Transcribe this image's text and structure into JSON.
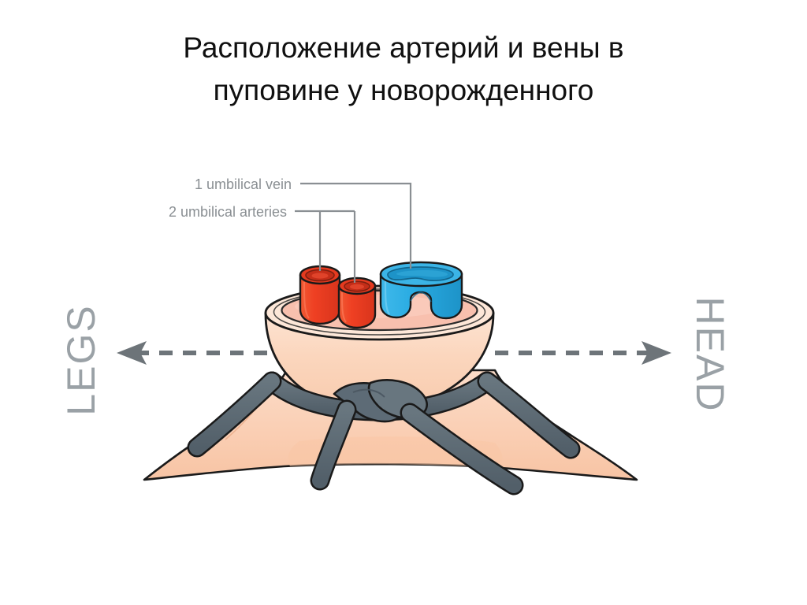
{
  "slide": {
    "background_color": "#ffffff",
    "title": {
      "line1": "Расположение артерий и вены в",
      "line2": "пуповине у новорожденного",
      "color": "#101010"
    }
  },
  "figure": {
    "name": "umbilical-cord-cross-section",
    "callouts": [
      {
        "id": "umbilical-vein",
        "label": "1 umbilical vein",
        "color": "#8a8f93",
        "points_to": "blue-vein-vessel"
      },
      {
        "id": "umbilical-arteries",
        "label": "2 umbilical arteries",
        "color": "#8a8f93",
        "points_to": "red-artery-vessels"
      }
    ],
    "orientation_axis": {
      "left_label": "LEGS",
      "right_label": "HEAD",
      "line_style": "dashed",
      "color": "#6d7479",
      "arrowheads": "both"
    },
    "vessels": [
      {
        "id": "artery-left",
        "type": "artery",
        "color": "#ef4023",
        "lumen_color": "#b8281a",
        "count_label": "artery"
      },
      {
        "id": "artery-right",
        "type": "artery",
        "color": "#ef4023",
        "lumen_color": "#b8281a",
        "count_label": "artery"
      },
      {
        "id": "vein",
        "type": "vein",
        "color": "#29abe2",
        "lumen_color": "#1786b5",
        "count_label": "vein"
      }
    ],
    "colors": {
      "skin": "#fad4ba",
      "skin_light": "#fde5d6",
      "cord_inner_pink": "#f8c0ae",
      "outline": "#1a1a1a",
      "clamp_string": "#5d6b76",
      "clamp_string_dark": "#49555f",
      "label_text": "#8a8f93",
      "leader_line": "#8a8f93",
      "axis": "#6d7479"
    }
  }
}
